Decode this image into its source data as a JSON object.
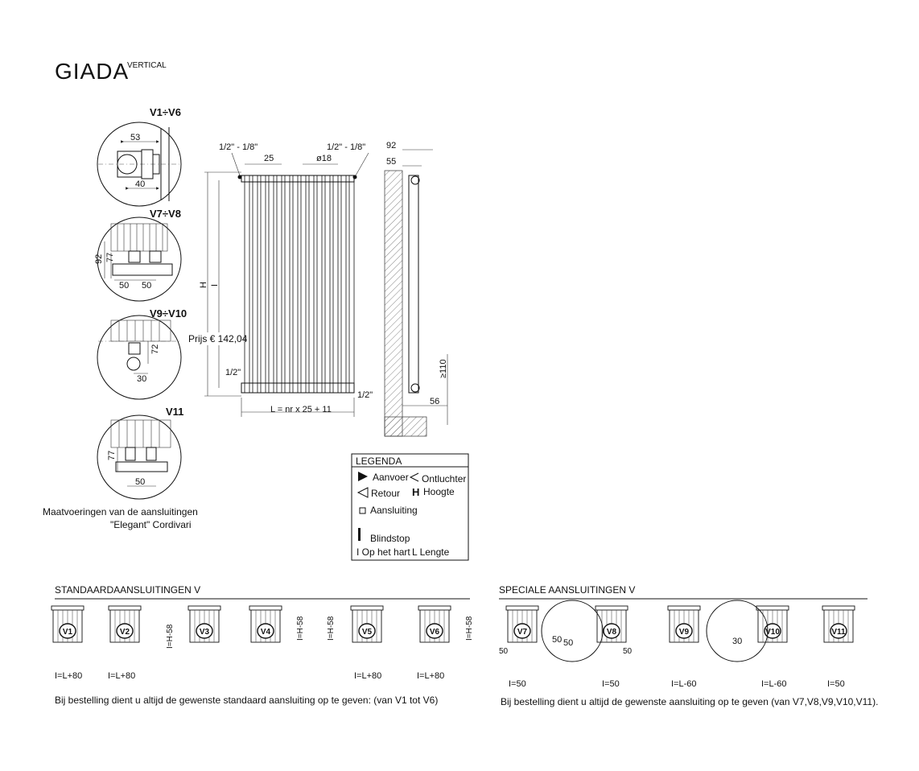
{
  "title": {
    "main": "GIADA",
    "sup": "VERTICAL"
  },
  "details": {
    "v1v6": {
      "label": "V1÷V6",
      "dim_top": "53",
      "dim_bottom": "40"
    },
    "v7v8": {
      "label": "V7÷V8",
      "dim_v1": "92",
      "dim_v2": "77",
      "dim_h1": "50",
      "dim_h2": "50"
    },
    "v9v10": {
      "label": "V9÷V10",
      "dim_v": "72",
      "dim_h": "30"
    },
    "v11": {
      "label": "V11",
      "dim_v": "77",
      "dim_h": "50"
    },
    "caption_line1": "Maatvoeringen van de aansluitingen",
    "caption_line2": "\"Elegant\" Cordivari"
  },
  "front": {
    "conn_left": "1/2\" - 1/8\"",
    "conn_right": "1/2\" - 1/8\"",
    "pitch": "25",
    "tube": "ø18",
    "H": "H",
    "I": "I",
    "half_left": "1/2\"",
    "half_right": "1/2\"",
    "price": "Prijs € 142,04",
    "length_formula": "L = nr x 25 + 11"
  },
  "side": {
    "depth": "92",
    "wall": "55",
    "min_h": "≥110",
    "bottom": "56"
  },
  "legend": {
    "title": "LEGENDA",
    "aanvoer": "Aanvoer",
    "ontluchter": "Ontluchter",
    "retour": "Retour",
    "hoogte_sym": "H",
    "hoogte": "Hoogte",
    "aansluiting": "Aansluiting",
    "blindstop": "Blindstop",
    "op_het_hart": "I Op het hart",
    "lengte": "L Lengte"
  },
  "standard": {
    "title": "STANDAARDAANSLUITINGEN  V",
    "items": [
      "V1",
      "V2",
      "V3",
      "V4",
      "V5",
      "V6"
    ],
    "dims": [
      "I=L+80",
      "I=L+80",
      "I=L+80",
      "I=L+80"
    ],
    "vdims": [
      "I=H-58",
      "I=H-58",
      "I=H-58",
      "I=H-58"
    ],
    "note": "Bij bestelling dient u altijd de gewenste standaard aansluiting op te geven: (van V1 tot V6)"
  },
  "special": {
    "title": "SPECIALE AANSLUITINGEN V",
    "items": [
      "V7",
      "V8",
      "V9",
      "V10",
      "V11"
    ],
    "d50": "50",
    "d30": "30",
    "dims": [
      "I=50",
      "I=50",
      "I=L-60",
      "I=L-60",
      "I=50"
    ],
    "note": "Bij bestelling dient u altijd de gewenste aansluiting op te geven (van V7,V8,V9,V10,V11)."
  }
}
